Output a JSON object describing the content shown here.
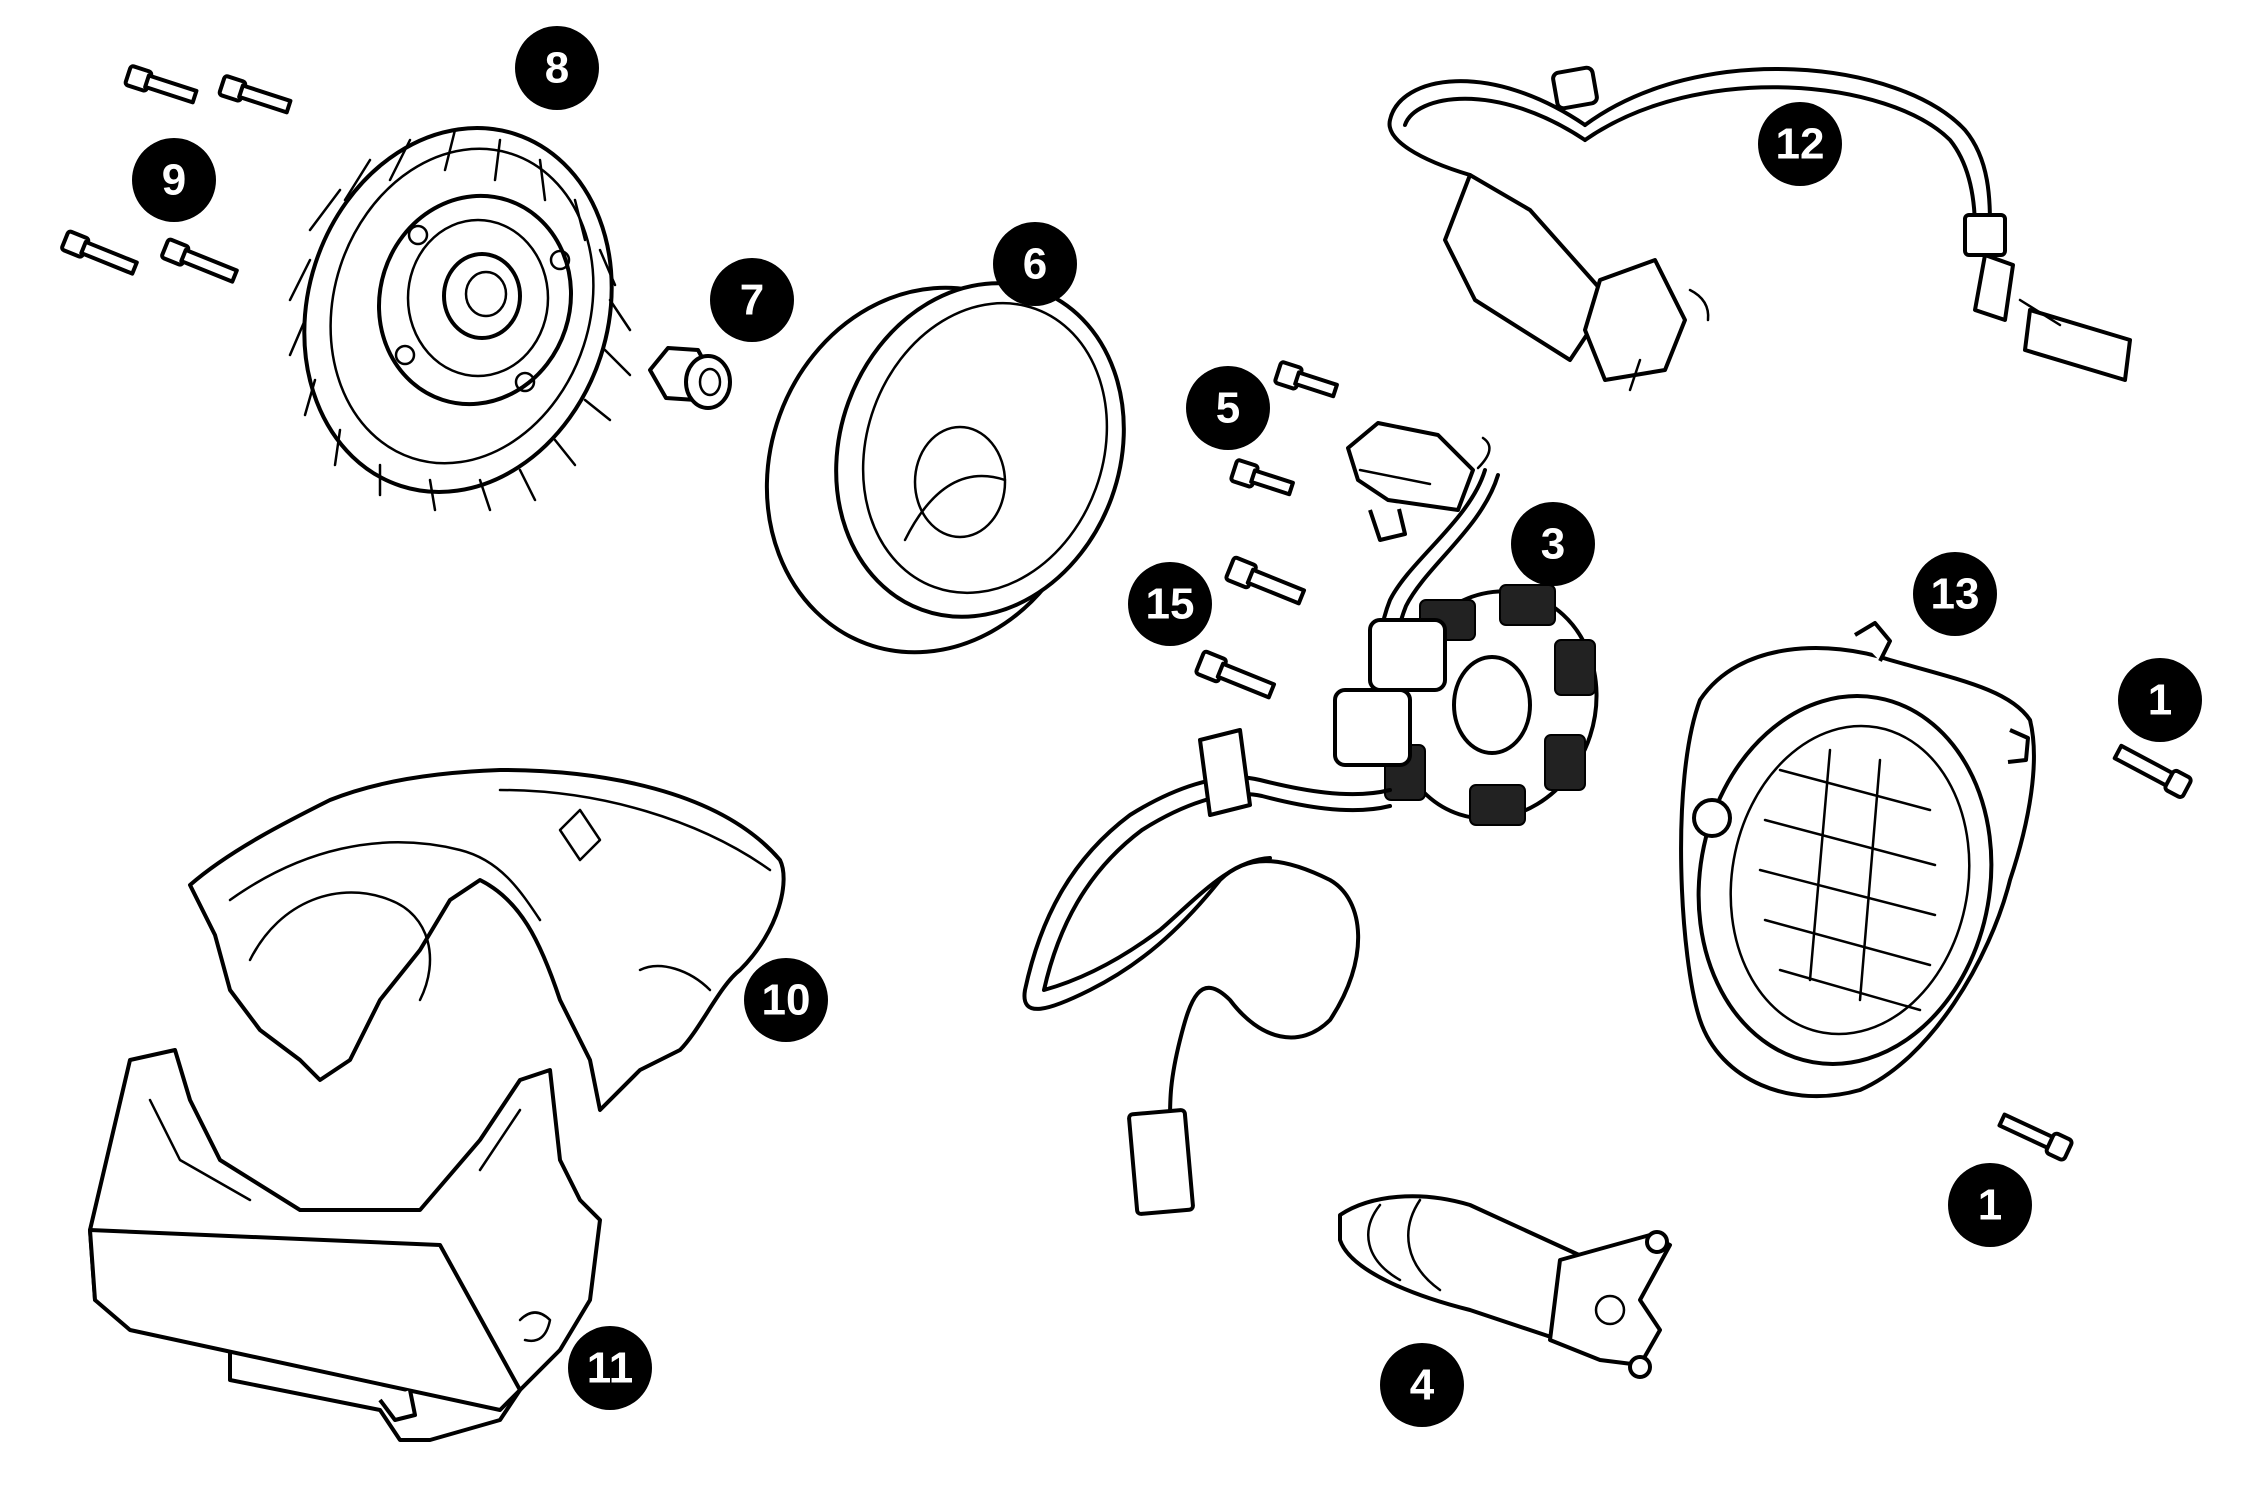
{
  "diagram": {
    "background": "#ffffff",
    "callout_fill": "#000000",
    "callout_text_color": "#ffffff",
    "callouts": [
      "8",
      "9",
      "7",
      "6",
      "12",
      "5",
      "3",
      "15",
      "13",
      "1",
      "10",
      "11",
      "4",
      "1"
    ],
    "parts": [
      "bolt-set-icon",
      "flywheel-fan-icon",
      "nut-icon",
      "rotor-icon",
      "ignition-coil-icon",
      "stator-icon",
      "pulse-generator-icon",
      "wiring-harness-icon",
      "fan-cover-icon",
      "shroud-upper-icon",
      "shroud-lower-icon",
      "starter-motor-icon"
    ]
  }
}
